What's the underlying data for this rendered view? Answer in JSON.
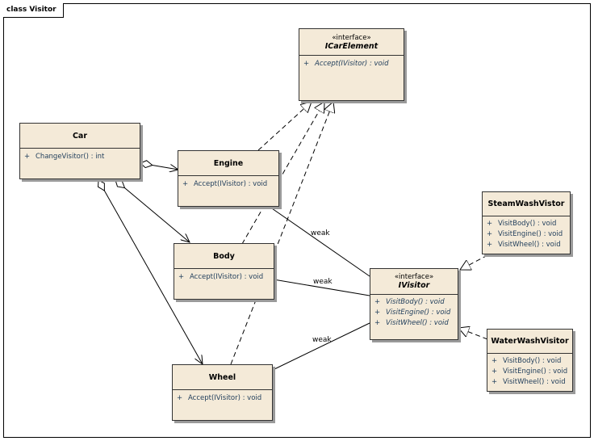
{
  "frame": {
    "title": "class Visitor"
  },
  "classes": {
    "icarelement": {
      "stereotype": "«interface»",
      "name": "ICarElement",
      "ops": [
        {
          "vis": "+",
          "sig": "Accept(IVisitor) : void"
        }
      ]
    },
    "car": {
      "name": "Car",
      "ops": [
        {
          "vis": "+",
          "sig": "ChangeVisitor() : int"
        }
      ]
    },
    "engine": {
      "name": "Engine",
      "ops": [
        {
          "vis": "+",
          "sig": "Accept(IVisitor) : void"
        }
      ]
    },
    "body": {
      "name": "Body",
      "ops": [
        {
          "vis": "+",
          "sig": "Accept(IVisitor) : void"
        }
      ]
    },
    "wheel": {
      "name": "Wheel",
      "ops": [
        {
          "vis": "+",
          "sig": "Accept(IVisitor) : void"
        }
      ]
    },
    "ivisitor": {
      "stereotype": "«interface»",
      "name": "IVisitor",
      "ops": [
        {
          "vis": "+",
          "sig": "VisitBody() : void"
        },
        {
          "vis": "+",
          "sig": "VisitEngine() : void"
        },
        {
          "vis": "+",
          "sig": "VisitWheel() : void"
        }
      ]
    },
    "steamwash": {
      "name": "SteamWashVistor",
      "ops": [
        {
          "vis": "+",
          "sig": "VisitBody() : void"
        },
        {
          "vis": "+",
          "sig": "VisitEngine() : void"
        },
        {
          "vis": "+",
          "sig": "VisitWheel() : void"
        }
      ]
    },
    "waterwash": {
      "name": "WaterWashVisitor",
      "ops": [
        {
          "vis": "+",
          "sig": "VisitBody() : void"
        },
        {
          "vis": "+",
          "sig": "VisitEngine() : void"
        },
        {
          "vis": "+",
          "sig": "VisitWheel() : void"
        }
      ]
    }
  },
  "associations": {
    "engine_label": "weak",
    "body_label": "weak",
    "wheel_label": "weak"
  }
}
